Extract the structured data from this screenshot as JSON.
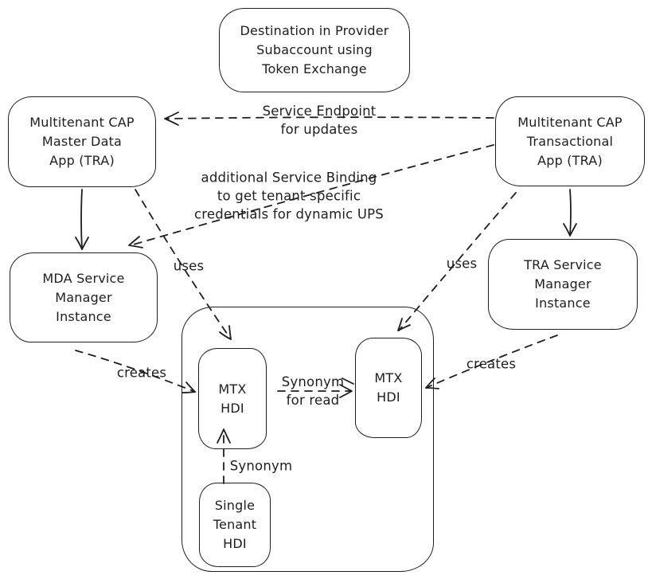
{
  "colors": {
    "stroke": "#1e1e1e",
    "background": "#ffffff"
  },
  "nodes": {
    "destination": {
      "label": "Destination in Provider\nSubaccount using\nToken Exchange"
    },
    "mda_app": {
      "label": "Multitenant CAP\nMaster Data\nApp (TRA)"
    },
    "tra_app": {
      "label": "Multitenant CAP\nTransactional\nApp (TRA)"
    },
    "mda_sm": {
      "label": "MDA Service\nManager\nInstance"
    },
    "tra_sm": {
      "label": "TRA Service\nManager\nInstance"
    },
    "mtx_hdi_left": {
      "label": "MTX\nHDI"
    },
    "mtx_hdi_right": {
      "label": "MTX\nHDI"
    },
    "single_tenant_hdi": {
      "label": "Single\nTenant\nHDI"
    }
  },
  "edges": {
    "service_endpoint": {
      "label": "Service Endpoint\nfor updates",
      "style": "dashed",
      "from": "tra_app",
      "to": "mda_app"
    },
    "additional_binding": {
      "label": "additional Service Binding\nto get tenant specific\ncredentials for dynamic UPS",
      "style": "dashed",
      "from": "tra_app",
      "to": "mda_sm"
    },
    "uses_left": {
      "label": "uses",
      "style": "dashed",
      "from": "mda_app",
      "to": "mtx_hdi_left"
    },
    "uses_right": {
      "label": "uses",
      "style": "dashed",
      "from": "tra_app",
      "to": "mtx_hdi_right"
    },
    "creates_left": {
      "label": "creates",
      "style": "dashed",
      "from": "mda_sm",
      "to": "mtx_hdi_left"
    },
    "creates_right": {
      "label": "creates",
      "style": "dashed",
      "from": "tra_sm",
      "to": "mtx_hdi_right"
    },
    "synonym_read": {
      "label": "Synonym\nfor read",
      "style": "dashed",
      "from": "mtx_hdi_left",
      "to": "mtx_hdi_right"
    },
    "synonym": {
      "label": "Synonym",
      "style": "dashed",
      "from": "single_tenant_hdi",
      "to": "mtx_hdi_left"
    },
    "mda_to_sm": {
      "label": "",
      "style": "solid",
      "from": "mda_app",
      "to": "mda_sm"
    },
    "tra_to_sm": {
      "label": "",
      "style": "solid",
      "from": "tra_app",
      "to": "tra_sm"
    }
  }
}
